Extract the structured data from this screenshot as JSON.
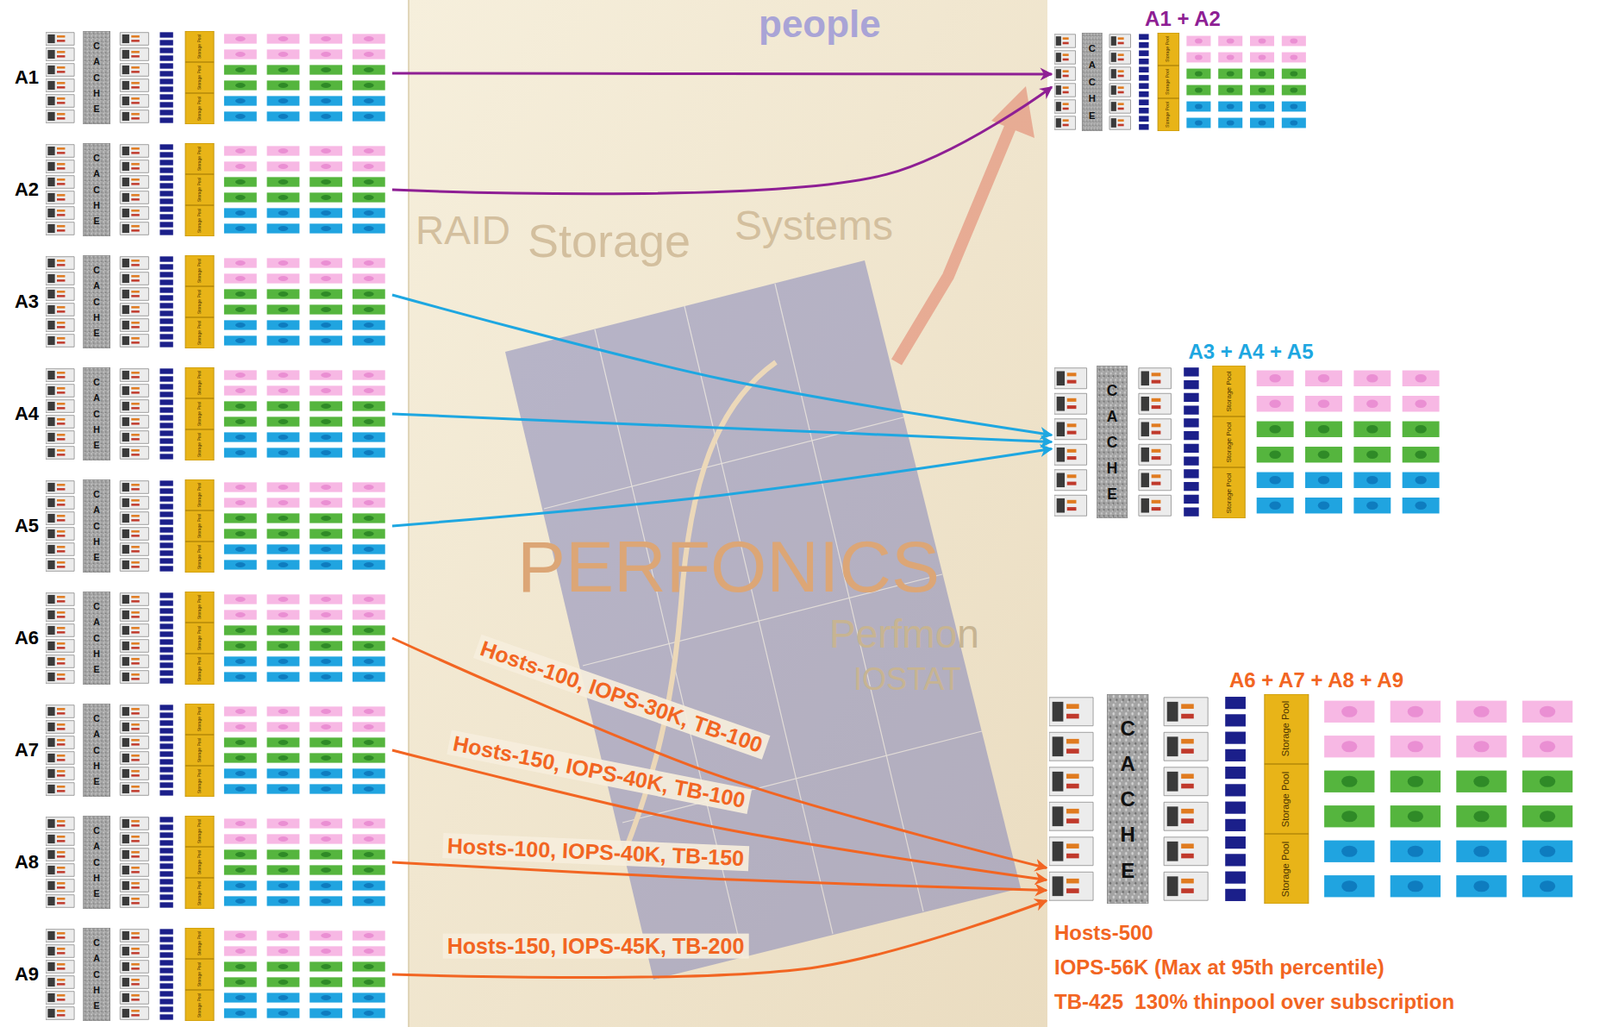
{
  "diagram": {
    "nodes": [
      {
        "text": [
          "A1",
          "CACHE",
          "Storage Pool",
          "Storage Pool",
          "Storage Pool"
        ]
      },
      {
        "text": [
          "A2",
          "CACHE",
          "Storage Pool",
          "Storage Pool",
          "Storage Pool"
        ]
      },
      {
        "text": [
          "A3",
          "CACHE",
          "Storage Pool",
          "Storage Pool",
          "Storage Pool"
        ]
      },
      {
        "text": [
          "A4",
          "CACHE",
          "Storage Pool",
          "Storage Pool",
          "Storage Pool"
        ]
      },
      {
        "text": [
          "A5",
          "CACHE",
          "Storage Pool",
          "Storage Pool",
          "Storage Pool"
        ]
      },
      {
        "text": [
          "A6",
          "CACHE",
          "Storage Pool",
          "Storage Pool",
          "Storage Pool"
        ]
      },
      {
        "text": [
          "A7",
          "CACHE",
          "Storage Pool",
          "Storage Pool",
          "Storage Pool"
        ]
      },
      {
        "text": [
          "A8",
          "CACHE",
          "Storage Pool",
          "Storage Pool",
          "Storage Pool"
        ]
      },
      {
        "text": [
          "A9",
          "CACHE",
          "Storage Pool",
          "Storage Pool",
          "Storage Pool"
        ]
      },
      {
        "text": [
          "A1 + A2",
          "CACHE",
          "Storage Pool",
          "Storage Pool",
          "Storage Pool"
        ]
      },
      {
        "text": [
          "A3 + A4 + A5",
          "CACHE",
          "Storage Pool",
          "Storage Pool",
          "Storage Pool"
        ]
      },
      {
        "text": [
          "A6 + A7 + A8 + A9",
          "CACHE",
          "Storage Pool",
          "Storage Pool",
          "Storage Pool"
        ]
      }
    ],
    "edges": [
      {
        "from": 0,
        "to": 9,
        "arrow": "to"
      },
      {
        "from": 1,
        "to": 9,
        "arrow": "to"
      },
      {
        "from": 2,
        "to": 10,
        "arrow": "to"
      },
      {
        "from": 3,
        "to": 10,
        "arrow": "to"
      },
      {
        "from": 4,
        "to": 10,
        "arrow": "to"
      },
      {
        "from": 5,
        "to": 11,
        "label": "Hosts-100, IOPS-30K, TB-100",
        "arrow": "to"
      },
      {
        "from": 6,
        "to": 11,
        "label": "Hosts-150, IOPS-40K, TB-100",
        "arrow": "to"
      },
      {
        "from": 7,
        "to": 11,
        "label": "Hosts-100, IOPS-40K, TB-150",
        "arrow": "to"
      },
      {
        "from": 8,
        "to": 11,
        "label": "Hosts-150, IOPS-45K, TB-200",
        "arrow": "to"
      }
    ],
    "labels": [
      "people",
      "Storage",
      "Systems",
      "RAID",
      "PERFONICS",
      "Perfmon",
      "IOSTAT",
      "Hosts-500",
      "IOPS-56K (Max at 95th percentile)",
      "TB-425  130% thinpool over subscription"
    ]
  }
}
